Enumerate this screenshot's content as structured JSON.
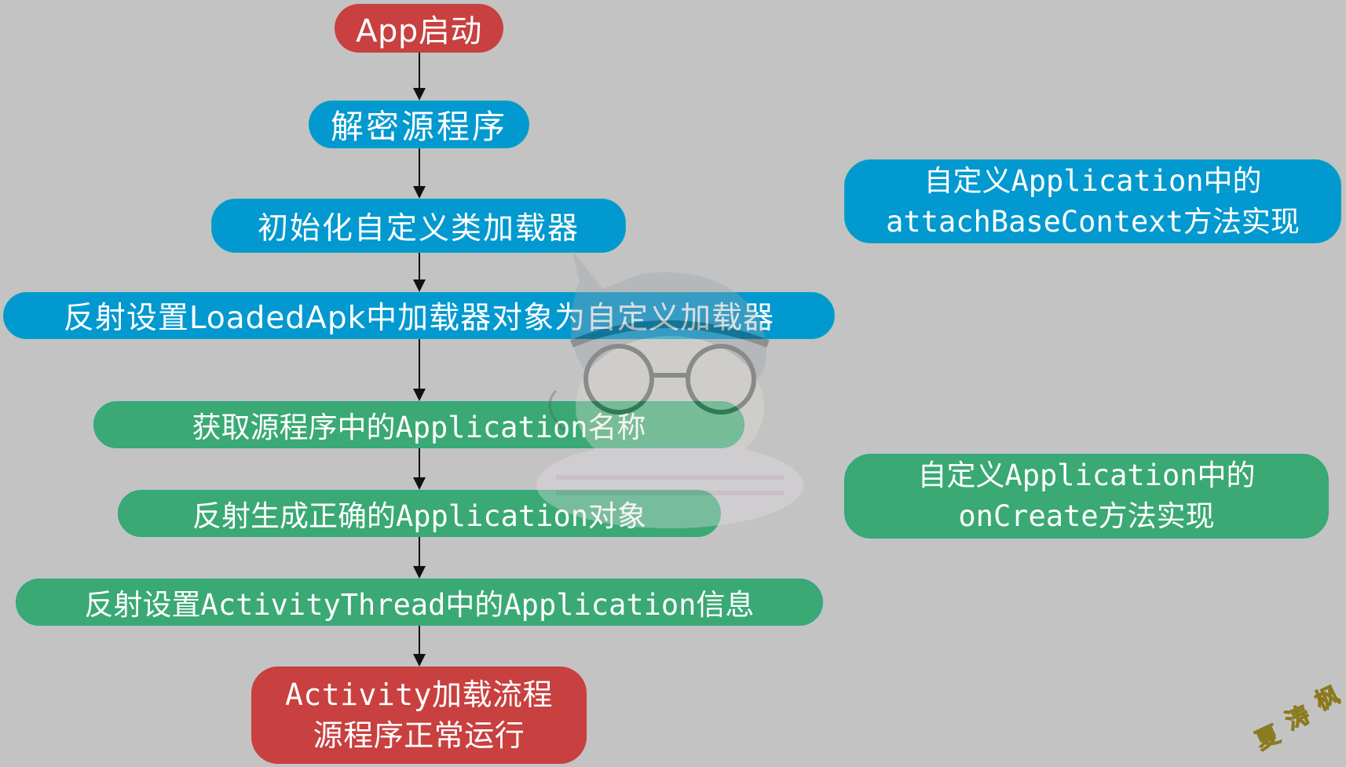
{
  "diagram": {
    "type": "flowchart",
    "background_color": "#c3c3c3",
    "colors": {
      "start_end": "#c8403f",
      "loader_steps": "#0199cf",
      "application_steps": "#3aa974",
      "arrow": "#111111"
    },
    "main_flow": [
      {
        "id": "n1",
        "label": "App启动",
        "color": "red"
      },
      {
        "id": "n2",
        "label": "解密源程序",
        "color": "blue"
      },
      {
        "id": "n3",
        "label": "初始化自定义类加载器",
        "color": "blue"
      },
      {
        "id": "n4",
        "label": "反射设置LoadedApk中加载器对象为自定义加载器",
        "color": "blue"
      },
      {
        "id": "n5",
        "label": "获取源程序中的Application名称",
        "color": "green"
      },
      {
        "id": "n6",
        "label": "反射生成正确的Application对象",
        "color": "green"
      },
      {
        "id": "n7",
        "label": "反射设置ActivityThread中的Application信息",
        "color": "green"
      },
      {
        "id": "n8",
        "label_line1": "Activity加载流程",
        "label_line2": "源程序正常运行",
        "color": "red"
      }
    ],
    "edges": [
      [
        "n1",
        "n2"
      ],
      [
        "n2",
        "n3"
      ],
      [
        "n3",
        "n4"
      ],
      [
        "n4",
        "n5"
      ],
      [
        "n5",
        "n6"
      ],
      [
        "n6",
        "n7"
      ],
      [
        "n7",
        "n8"
      ]
    ],
    "side_notes": [
      {
        "id": "s1",
        "line1": "自定义Application中的",
        "line2": "attachBaseContext方法实现",
        "color": "blue"
      },
      {
        "id": "s2",
        "line1": "自定义Application中的",
        "line2": "onCreate方法实现",
        "color": "green"
      }
    ]
  },
  "watermark": {
    "chars": [
      "夏",
      "涛",
      "枫"
    ]
  }
}
